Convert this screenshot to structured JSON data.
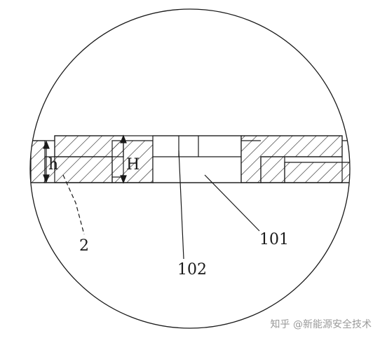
{
  "diagram": {
    "labels": {
      "h": "h",
      "H": "H",
      "part_2": "2",
      "part_101": "101",
      "part_102": "102"
    },
    "watermark": "知乎 @新能源安全技术"
  },
  "colors": {
    "line": "#1a1a1a",
    "background": "#ffffff",
    "watermark": "#9a9a9a"
  }
}
